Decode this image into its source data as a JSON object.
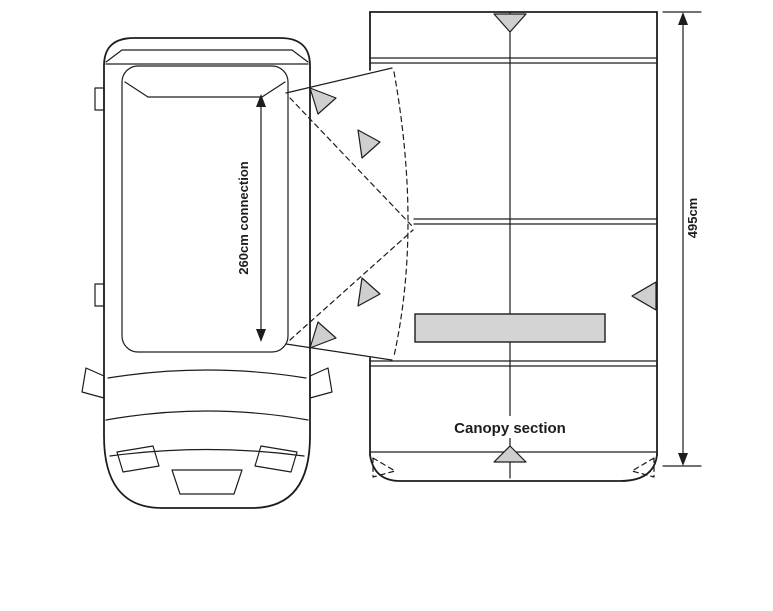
{
  "diagram": {
    "labels": {
      "connection": "260cm connection",
      "height": "495cm",
      "canopy": "Canopy section"
    },
    "colors": {
      "line": "#1d1d1b",
      "marker_gray": "#cfcfcf",
      "panel_gray": "#d4d4d4",
      "background": "#ffffff"
    }
  }
}
